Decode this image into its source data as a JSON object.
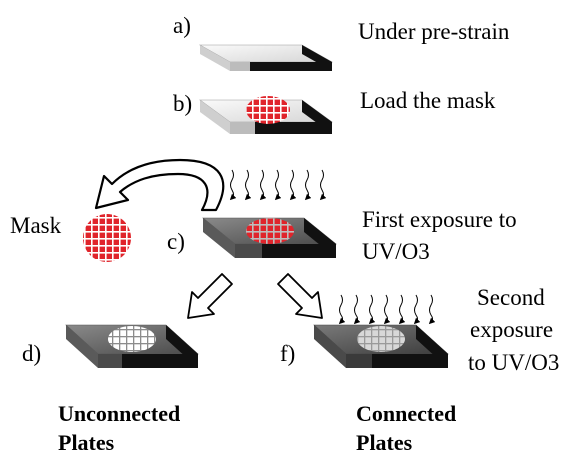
{
  "steps": {
    "a": {
      "letter": "a)",
      "caption": "Under pre-strain"
    },
    "b": {
      "letter": "b)",
      "caption": "Load the mask"
    },
    "c": {
      "letter": "c)",
      "caption_line1": "First exposure to",
      "caption_line2": "UV/O3"
    },
    "d": {
      "letter": "d)"
    },
    "f": {
      "letter": "f)",
      "caption_line1": "Second",
      "caption_line2": "exposure",
      "caption_line3": "to UV/O3"
    }
  },
  "mask_label": "Mask",
  "results": {
    "unconnected_line1": "Unconnected",
    "unconnected_line2": "Plates",
    "connected_line1": "Connected",
    "connected_line2": "Plates"
  },
  "colors": {
    "mask_red": "#e0242b",
    "light_plate": "#e8e8e8",
    "dark_plate": "#6e6e6e",
    "side_black": "#111111"
  }
}
